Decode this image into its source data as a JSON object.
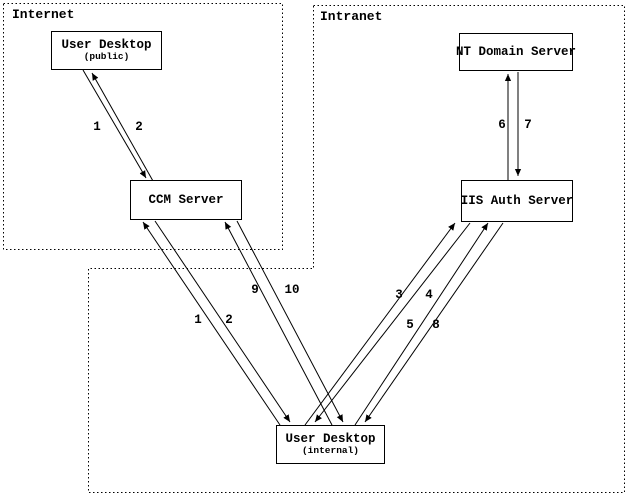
{
  "zones": {
    "internet": {
      "label": "Internet"
    },
    "intranet": {
      "label": "Intranet"
    }
  },
  "nodes": {
    "user_desktop_public": {
      "label": "User Desktop",
      "sublabel": "(public)"
    },
    "ccm_server": {
      "label": "CCM Server"
    },
    "nt_domain_server": {
      "label": "NT Domain Server"
    },
    "iis_auth_server": {
      "label": "IIS Auth Server"
    },
    "user_desktop_internal": {
      "label": "User Desktop",
      "sublabel": "(internal)"
    }
  },
  "edges": [
    {
      "label": "1",
      "from": "User Desktop (public)",
      "to": "CCM Server"
    },
    {
      "label": "2",
      "from": "CCM Server",
      "to": "User Desktop (public)"
    },
    {
      "label": "1",
      "from": "User Desktop (internal)",
      "to": "CCM Server"
    },
    {
      "label": "2",
      "from": "CCM Server",
      "to": "User Desktop (internal)"
    },
    {
      "label": "9",
      "from": "User Desktop (internal)",
      "to": "CCM Server"
    },
    {
      "label": "10",
      "from": "CCM Server",
      "to": "User Desktop (internal)"
    },
    {
      "label": "3",
      "from": "User Desktop (internal)",
      "to": "IIS Auth Server"
    },
    {
      "label": "4",
      "from": "IIS Auth Server",
      "to": "User Desktop (internal)"
    },
    {
      "label": "5",
      "from": "User Desktop (internal)",
      "to": "IIS Auth Server"
    },
    {
      "label": "8",
      "from": "IIS Auth Server",
      "to": "User Desktop (internal)"
    },
    {
      "label": "6",
      "from": "IIS Auth Server",
      "to": "NT Domain Server"
    },
    {
      "label": "7",
      "from": "NT Domain Server",
      "to": "IIS Auth Server"
    }
  ],
  "colors": {
    "ink": "#000000",
    "background": "#ffffff"
  }
}
